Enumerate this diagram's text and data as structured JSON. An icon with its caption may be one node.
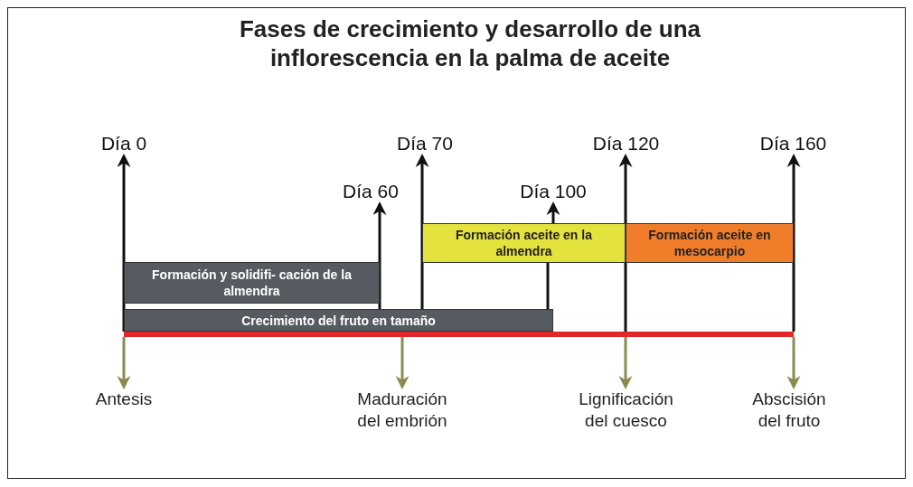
{
  "diagram": {
    "title": "Fases de crecimiento y desarrollo de una inflorescencia en la palma de aceite",
    "nodes": [
      {
        "text": [
          "Día 0"
        ]
      },
      {
        "text": [
          "Día 70"
        ]
      },
      {
        "text": [
          "Día 120"
        ]
      },
      {
        "text": [
          "Día 160"
        ]
      },
      {
        "text": [
          "Día 60"
        ]
      },
      {
        "text": [
          "Día 100"
        ]
      },
      {
        "text": [
          "Formación aceite en la almendra"
        ]
      },
      {
        "text": [
          "Formación aceite en mesocarpio"
        ]
      },
      {
        "text": [
          "Formación y solidifi- cación de la almendra"
        ]
      },
      {
        "text": [
          "Crecimiento del fruto en tamaño"
        ]
      },
      {
        "text": [],
        "shape": "bar"
      },
      {
        "text": [
          "Antesis"
        ]
      },
      {
        "text": [
          "Maduración del embrión"
        ]
      },
      {
        "text": [
          "Lignificación del cuesco"
        ]
      },
      {
        "text": [
          "Abscisión del fruto"
        ]
      }
    ],
    "edges": [
      {
        "from": 10,
        "to": 0,
        "arrow": "to"
      },
      {
        "from": 9,
        "to": 1,
        "arrow": "to"
      },
      {
        "from": 10,
        "to": 2,
        "arrow": "to"
      },
      {
        "from": 10,
        "to": 3,
        "arrow": "to"
      },
      {
        "from": 9,
        "to": 4,
        "arrow": "to"
      },
      {
        "from": 6,
        "to": 5,
        "arrow": "to"
      },
      {
        "from": 10,
        "to": 11,
        "arrow": "to",
        "color": "#8b8b50"
      },
      {
        "from": 10,
        "to": 12,
        "arrow": "to",
        "color": "#8b8b50"
      },
      {
        "from": 10,
        "to": 13,
        "arrow": "to",
        "color": "#8b8b50"
      },
      {
        "from": 10,
        "to": 14,
        "arrow": "to",
        "color": "#8b8b50"
      },
      {
        "from": 9,
        "to": 6,
        "arrow": "none"
      }
    ]
  }
}
